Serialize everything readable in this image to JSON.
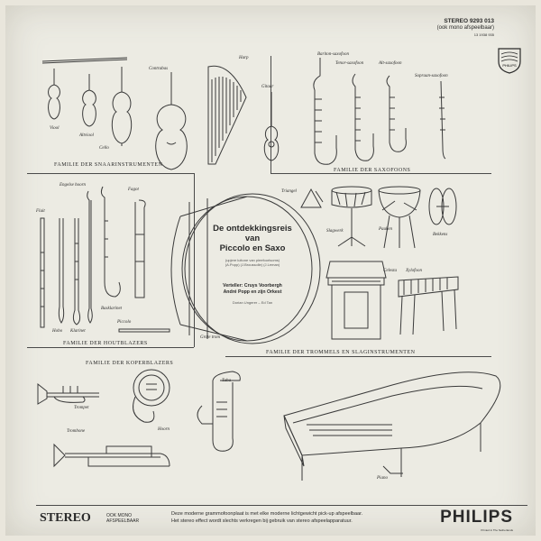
{
  "header": {
    "catalog": "STEREO 9293 013",
    "mono_note": "(ook mono afspeelbaar)",
    "code": "13 1938 935"
  },
  "emblem": {
    "icon": "philips-shield-icon",
    "text": "PHILIPS"
  },
  "album": {
    "title_line1": "De ontdekkingsreis",
    "title_line2": "van",
    "title_line3": "Piccolo en Saxo",
    "subtitle_line1": "(upjere luitone van pieefoorlsoms)",
    "subtitle_line2": "(A.Popp) (J.Broussolle) (J.Leman)",
    "narrator": "Verteller: Cruys Voorbergh",
    "orchestra": "André Popp en zijn Orkest",
    "producer": "Dorian Ungerer – Ed Tan"
  },
  "families": {
    "strings": "FAMILIE DER SNAARINSTRUMENTEN",
    "saxophones": "FAMILIE DER SAXOFOONS",
    "woodwinds": "FAMILIE DER HOUTBLAZERS",
    "percussion": "FAMILIE DER TROMMELS EN SLAGINSTRUMENTEN",
    "brass": "FAMILIE DER KOPERBLAZERS"
  },
  "labels": {
    "viool": "Viool",
    "altviool": "Altviool",
    "cello": "Cello",
    "contrabas": "Contrabas",
    "harp": "Harp",
    "gitaar": "Gitaar",
    "bariton_saxofoon": "Bariton-saxofoon",
    "tenor_saxofoon": "Tenor-saxofoon",
    "alt_saxofoon": "Alt-saxofoon",
    "sopraan_saxofoon": "Sopraan-saxofoon",
    "fluit": "Fluit",
    "engelse_hoorn": "Engelse hoorn",
    "fagot": "Fagot",
    "hobo": "Hobo",
    "klarinet": "Klarinet",
    "basklarinet": "Basklarinet",
    "piccolo": "Piccolo",
    "triangel": "Triangel",
    "slagwerk": "Slagwerk",
    "pauken": "Pauken",
    "bekkens": "Bekkens",
    "celesta": "Celesta",
    "xylofoon": "Xylofoon",
    "grote_trom": "Grote trom",
    "trompet": "Trompet",
    "hoorn": "Hoorn",
    "tuba": "Tuba",
    "trombone": "Trombone",
    "piano": "Piano"
  },
  "footer": {
    "stereo": "STEREO",
    "mono_line1": "OOK MONO",
    "mono_line2": "AFSPEELBAAR",
    "notice_line1": "Deze moderne grammofoonplaat is met elke moderne lichtgewicht pick-up afspeelbaar.",
    "notice_line2": "Het stereo effect wordt slechts verkregen bij gebruik van stereo afspeelapparatuur.",
    "brand": "PHILIPS",
    "made_in": "Printed in The Netherlands"
  }
}
